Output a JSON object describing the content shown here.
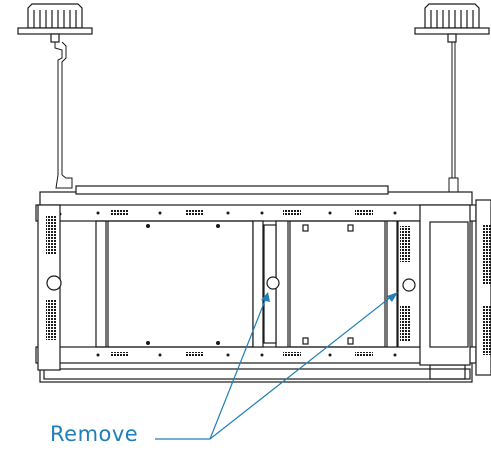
{
  "callout": {
    "label": "Remove",
    "color": "#1f7fb6"
  },
  "diagram": {
    "line_color": "#1a1a1a",
    "components": [
      "ceiling-mount-left",
      "ceiling-mount-right",
      "hanging-rod-left",
      "hanging-rod-right",
      "mount-frame",
      "removable-bracket-left",
      "removable-bracket-right",
      "side-panel-left",
      "side-panel-right"
    ]
  }
}
